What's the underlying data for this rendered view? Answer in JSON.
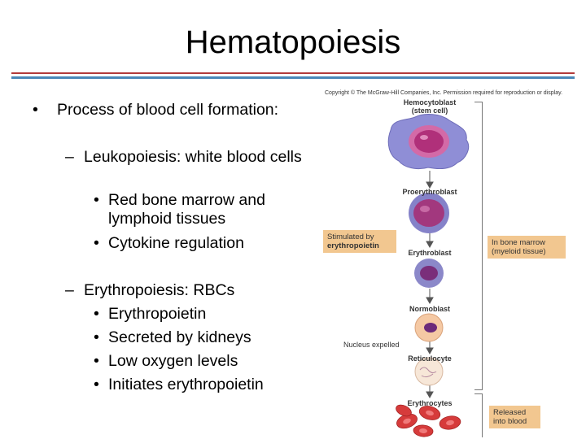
{
  "slide": {
    "title": "Hematopoiesis",
    "bullet1": "Process of blood cell formation:",
    "leuko": {
      "marker": "–",
      "text": "Leukopoiesis:  white blood cells",
      "subs": [
        "Red bone marrow and lymphoid tissues",
        "Cytokine regulation"
      ]
    },
    "erythro": {
      "marker": "–",
      "text": "Erythropoiesis: RBCs",
      "subs": [
        "Erythropoietin",
        "Secreted by kidneys",
        "Low oxygen levels",
        "Initiates erythropoietin"
      ]
    }
  },
  "figure": {
    "copyright": "Copyright © The McGraw-Hill Companies, Inc. Permission required for reproduction or display.",
    "stages": [
      "Hemocytoblast",
      "(stem cell)",
      "Proerythroblast",
      "Erythroblast",
      "Normoblast",
      "Reticulocyte",
      "Erythrocytes"
    ],
    "stimulated": [
      "Stimulated by",
      "erythropoietin"
    ],
    "nucleus_expelled": "Nucleus expelled",
    "in_marrow": [
      "In bone marrow",
      "(myeloid tissue)"
    ],
    "released": [
      "Released",
      "into blood"
    ]
  },
  "colors": {
    "rule_red": "#b23a3a",
    "rule_blue": "#4a87b8",
    "label_box": "#f2c790",
    "stem_cell": "#8f8ed6",
    "nucleus": "#b0307a",
    "rbc": "#d63b3b"
  }
}
